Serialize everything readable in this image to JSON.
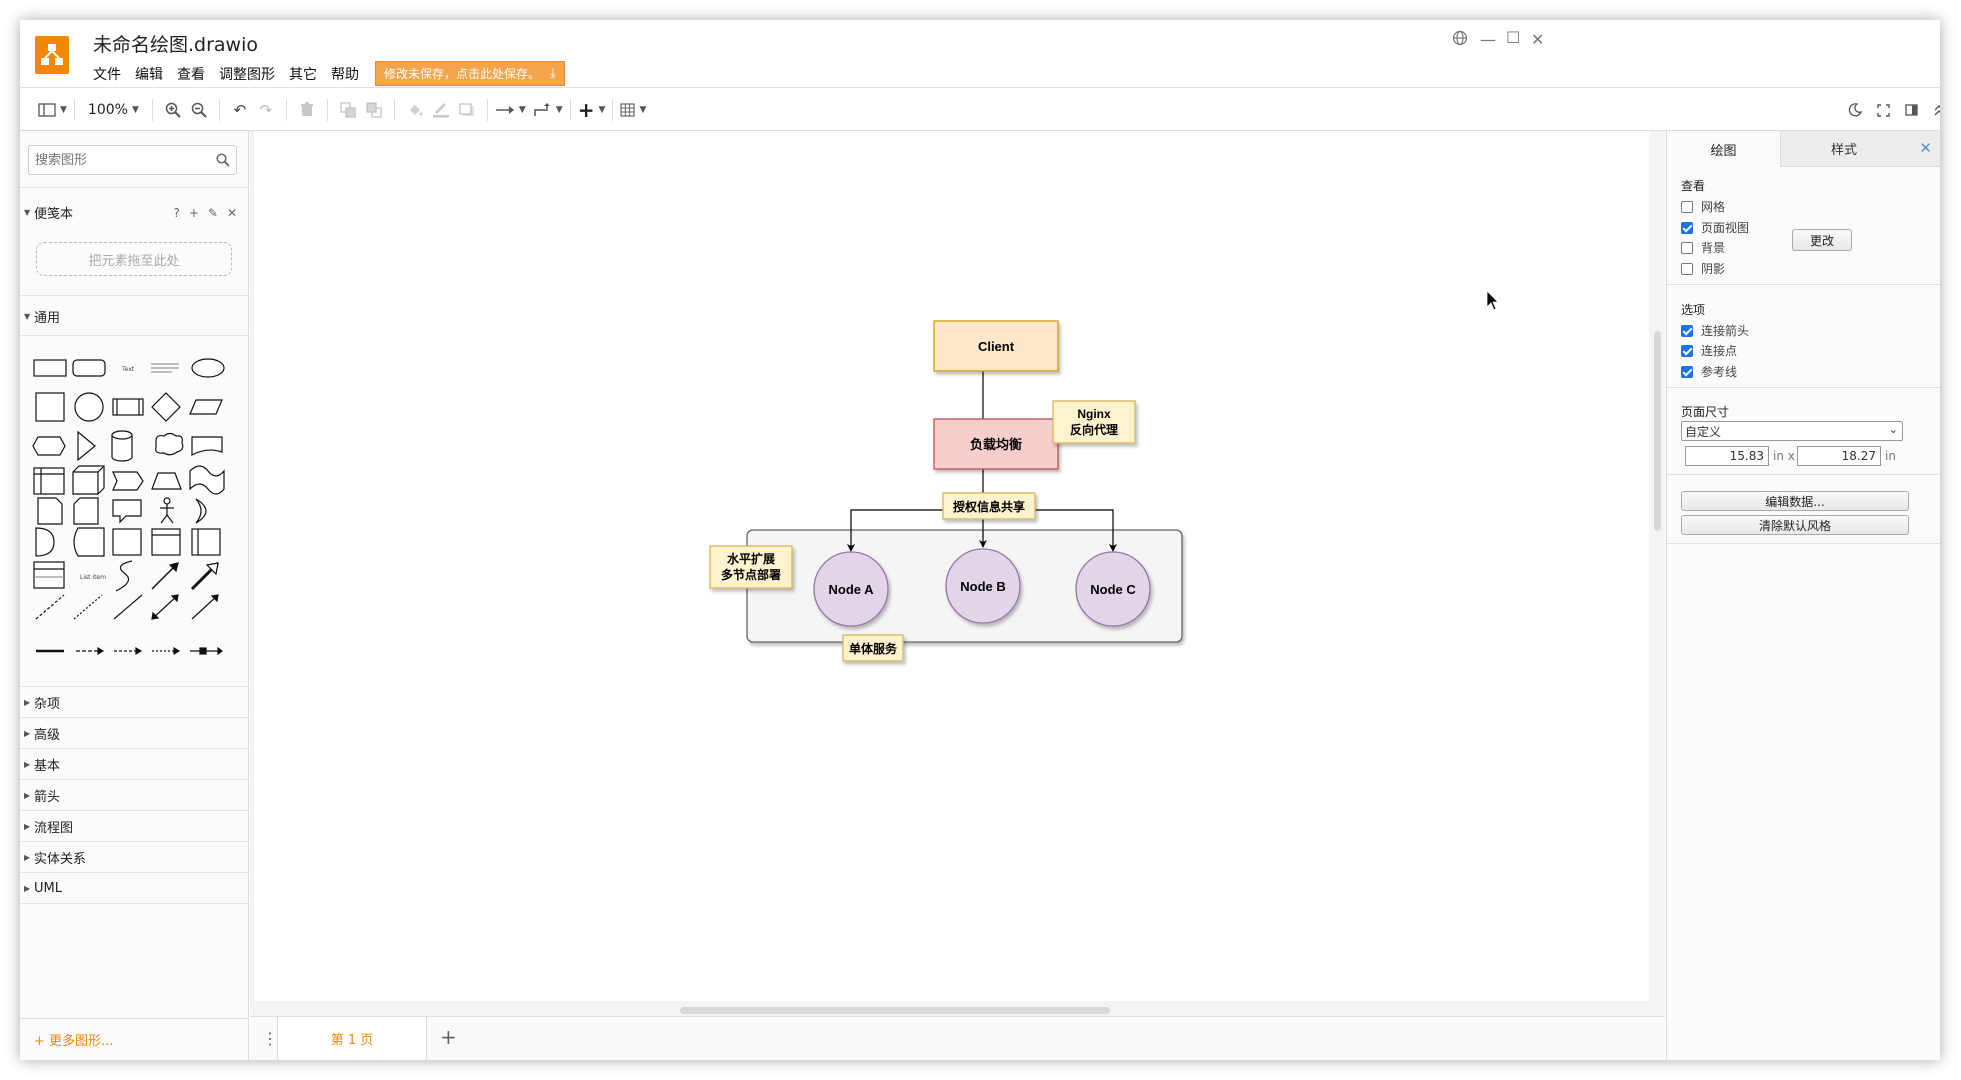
{
  "app": {
    "title": "未命名绘图.drawio",
    "unsaved_notice": "修改未保存，点击此处保存。",
    "menu": [
      "文件",
      "编辑",
      "查看",
      "调整图形",
      "其它",
      "帮助"
    ],
    "brand_color": "#f08705"
  },
  "toolbar": {
    "zoom": "100%"
  },
  "sidebar": {
    "search_placeholder": "搜索图形",
    "scratchpad_title": "便笺本",
    "scratchpad_icons": [
      "?",
      "+",
      "✎",
      "✕"
    ],
    "dropzone": "把元素拖至此处",
    "general_title": "通用",
    "sections": [
      "杂项",
      "高级",
      "基本",
      "箭头",
      "流程图",
      "实体关系",
      "UML"
    ],
    "more_shapes": "+ 更多图形..."
  },
  "diagram": {
    "client": "Client",
    "lb": "负载均衡",
    "nginx_line1": "Nginx",
    "nginx_line2": "反向代理",
    "auth": "授权信息共享",
    "scale_line1": "水平扩展",
    "scale_line2": "多节点部署",
    "node_a": "Node A",
    "node_b": "Node B",
    "node_c": "Node C",
    "single": "单体服务",
    "colors": {
      "client_fill": "#ffe6cc",
      "client_stroke": "#d79b00",
      "lb_fill": "#f8cecc",
      "lb_stroke": "#b85450",
      "note_fill": "#fff2cc",
      "note_stroke": "#d6b656",
      "node_fill": "#e1d5e7",
      "node_stroke": "#9673a6",
      "group_fill": "#f5f5f5",
      "group_stroke": "#666666"
    }
  },
  "pages": {
    "current": "第 1 页"
  },
  "format_panel": {
    "tab_diagram": "绘图",
    "tab_style": "样式",
    "view_title": "查看",
    "view_options": [
      {
        "label": "网格",
        "checked": false
      },
      {
        "label": "页面视图",
        "checked": true
      },
      {
        "label": "背景",
        "checked": false
      },
      {
        "label": "阴影",
        "checked": false
      }
    ],
    "change_button": "更改",
    "options_title": "选项",
    "options": [
      {
        "label": "连接箭头",
        "checked": true
      },
      {
        "label": "连接点",
        "checked": true
      },
      {
        "label": "参考线",
        "checked": true
      }
    ],
    "page_size_title": "页面尺寸",
    "page_size_value": "自定义",
    "width": "15.83",
    "height": "18.27",
    "unit_x": "in x",
    "unit_in": "in",
    "edit_data_button": "编辑数据...",
    "clear_style_button": "清除默认风格"
  }
}
